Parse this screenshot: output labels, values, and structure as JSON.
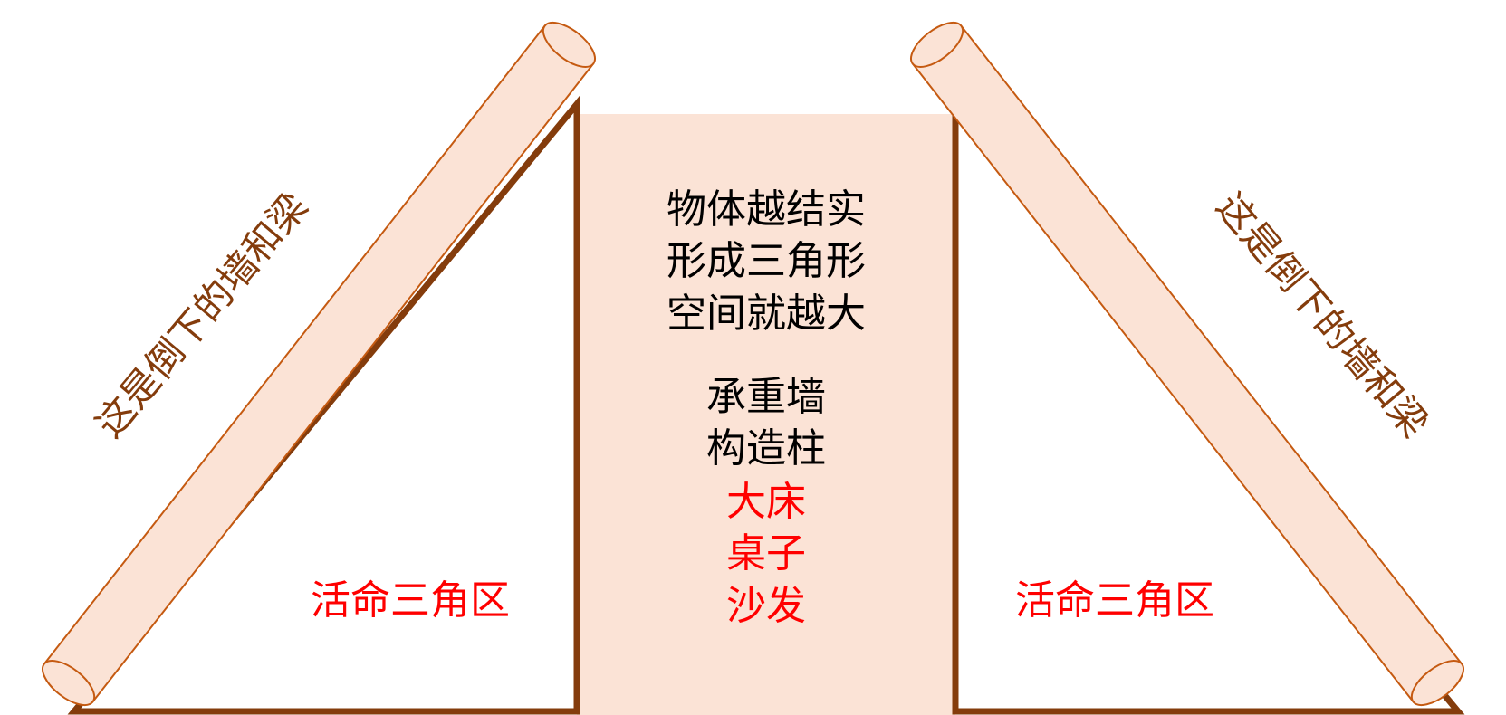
{
  "beam_label_left": "这是倒下的墙和梁",
  "beam_label_right": "这是倒下的墙和梁",
  "zone_label_left": "活命三角区",
  "zone_label_right": "活命三角区",
  "center_black_lines": [
    "物体越结实",
    "形成三角形",
    "空间就越大",
    "承重墙",
    "构造柱"
  ],
  "center_red_lines": [
    "大床",
    "桌子",
    "沙发"
  ],
  "colors": {
    "beam_fill": "#fbe3d6",
    "beam_stroke": "#c55a11",
    "wall_stroke": "#843c0c",
    "pillar_fill": "#fbe3d6",
    "label_brown": "#843c0c",
    "label_red": "#ff0000",
    "label_black": "#000000"
  }
}
